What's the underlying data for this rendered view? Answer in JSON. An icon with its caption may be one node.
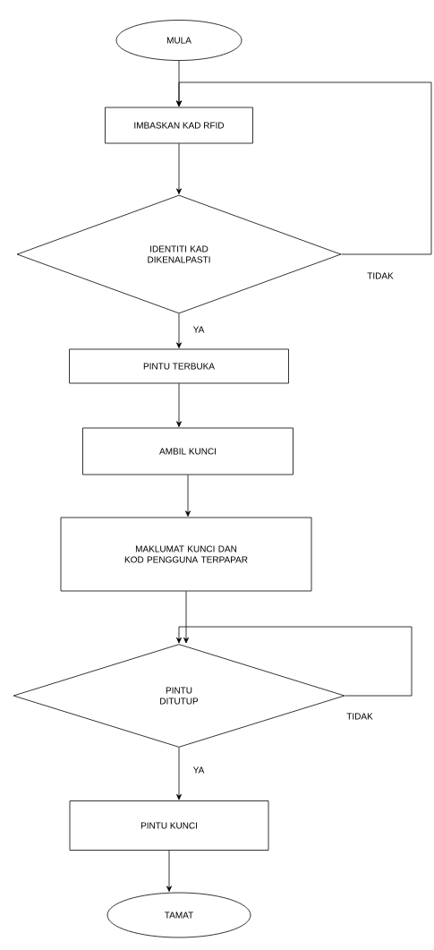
{
  "diagram": {
    "nodes": [
      {
        "text": [
          "MULA"
        ]
      },
      {
        "text": [
          "IMBASKAN KAD RFID"
        ]
      },
      {
        "text": [
          "IDENTITI KAD DIKENALPASTI"
        ]
      },
      {
        "text": [
          "PINTU TERBUKA"
        ]
      },
      {
        "text": [
          "AMBIL KUNCI"
        ]
      },
      {
        "text": [
          "MAKLUMAT KUNCI DAN KOD PENGGUNA TERPAPAR"
        ]
      },
      {
        "text": [
          "PINTU DITUTUP"
        ]
      },
      {
        "text": [
          "PINTU KUNCI"
        ]
      },
      {
        "text": [
          "TAMAT"
        ]
      }
    ],
    "edges": [
      {
        "from": 0,
        "to": 1,
        "arrow": "to"
      },
      {
        "from": 1,
        "to": 2,
        "arrow": "to"
      },
      {
        "from": 2,
        "to": 1,
        "arrow": "to",
        "label": "TIDAK"
      },
      {
        "from": 2,
        "to": 3,
        "arrow": "to",
        "label": "YA"
      },
      {
        "from": 3,
        "to": 4,
        "arrow": "to"
      },
      {
        "from": 4,
        "to": 5,
        "arrow": "to"
      },
      {
        "from": 5,
        "to": 6,
        "arrow": "to"
      },
      {
        "from": 6,
        "to": 6,
        "arrow": "to",
        "label": "TIDAK"
      },
      {
        "from": 6,
        "to": 7,
        "arrow": "to",
        "label": "YA"
      },
      {
        "from": 7,
        "to": 8,
        "arrow": "to"
      }
    ]
  }
}
